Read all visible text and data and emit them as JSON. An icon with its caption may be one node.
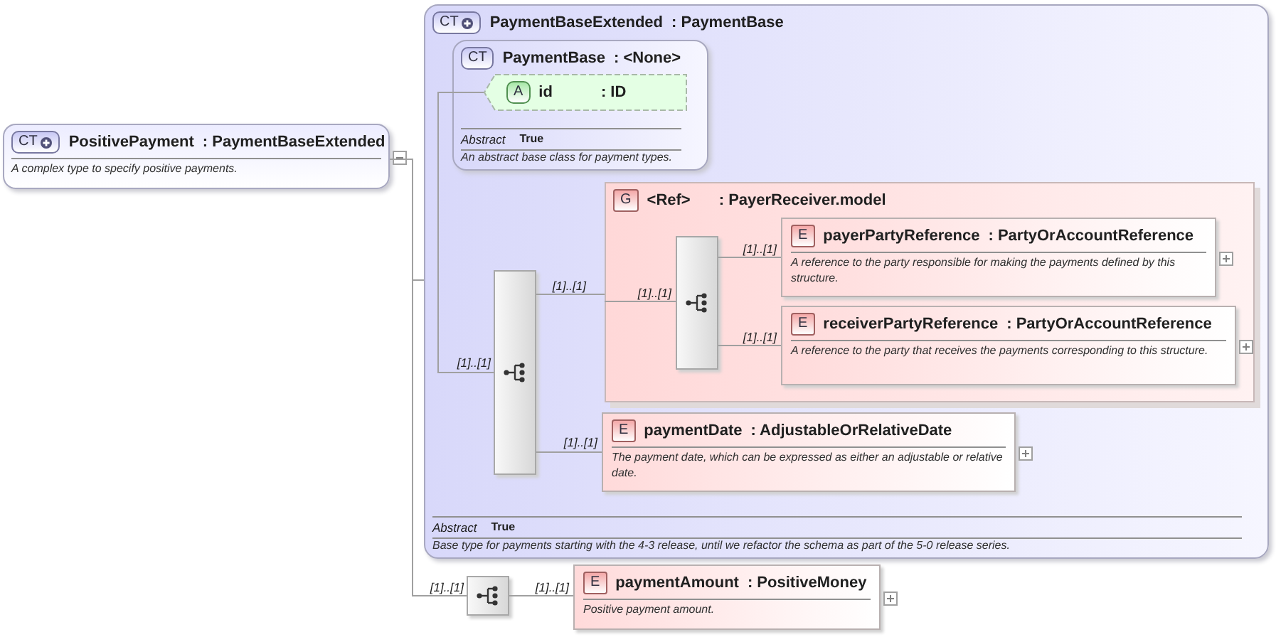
{
  "diagram": {
    "nodes": [
      {
        "text": [
          "CT",
          "PositivePayment",
          ": PaymentBaseExtended",
          "A complex type to specify positive payments."
        ]
      },
      {
        "text": [
          "CT",
          "PaymentBaseExtended",
          ": PaymentBase",
          "Abstract",
          "True",
          "Base type for payments starting with the 4-3 release, until we refactor the schema as part of the 5-0 release series."
        ]
      },
      {
        "text": [
          "CT",
          "PaymentBase",
          ": <None>",
          "Abstract",
          "True",
          "An abstract base class for payment types."
        ],
        "in": 1
      },
      {
        "text": [
          "A",
          "id",
          ": ID"
        ],
        "in": 2
      },
      {
        "text": [],
        "shape": "box",
        "in": 1
      },
      {
        "text": [
          "G",
          "<Ref>",
          ": PayerReceiver.model"
        ],
        "in": 1
      },
      {
        "text": [],
        "shape": "box",
        "in": 5
      },
      {
        "text": [
          "E",
          "payerPartyReference",
          ": PartyOrAccountReference",
          "A reference to the party responsible for making the payments defined by this structure."
        ],
        "in": 5
      },
      {
        "text": [
          "E",
          "receiverPartyReference",
          ": PartyOrAccountReference",
          "A reference to the party that receives the payments corresponding to this structure."
        ],
        "in": 5
      },
      {
        "text": [
          "E",
          "paymentDate",
          ": AdjustableOrRelativeDate",
          "The payment date, which can be expressed as either an adjustable or relative date."
        ],
        "in": 1
      },
      {
        "text": [],
        "shape": "box"
      },
      {
        "text": [
          "E",
          "paymentAmount",
          ": PositiveMoney",
          "Positive payment amount."
        ]
      }
    ],
    "edges": [
      {
        "from": 0,
        "to": 1,
        "arrow": "none"
      },
      {
        "from": 0,
        "to": 10,
        "arrow": "none",
        "label": "[1]..[1]"
      },
      {
        "from": 3,
        "to": 4,
        "arrow": "none",
        "label": "[1]..[1]"
      },
      {
        "from": 4,
        "to": 5,
        "arrow": "none",
        "label": "[1]..[1]"
      },
      {
        "from": 5,
        "to": 6,
        "arrow": "none",
        "label": "[1]..[1]"
      },
      {
        "from": 6,
        "to": 7,
        "arrow": "none",
        "label": "[1]..[1]"
      },
      {
        "from": 6,
        "to": 8,
        "arrow": "none",
        "label": "[1]..[1]"
      },
      {
        "from": 4,
        "to": 9,
        "arrow": "none",
        "label": "[1]..[1]"
      },
      {
        "from": 10,
        "to": 11,
        "arrow": "none",
        "label": "[1]..[1]"
      }
    ]
  }
}
